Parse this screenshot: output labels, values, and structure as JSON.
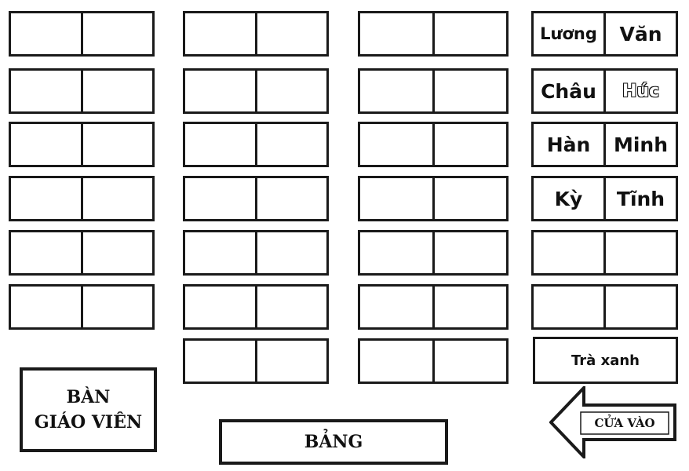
{
  "desks": {
    "col4": [
      {
        "left": "Lương",
        "right": "Văn"
      },
      {
        "left": "Châu",
        "right": "Húc"
      },
      {
        "left": "Hàn",
        "right": "Minh"
      },
      {
        "left": "Kỳ",
        "right": "Tĩnh"
      },
      {
        "left": "",
        "right": ""
      },
      {
        "left": "",
        "right": ""
      }
    ],
    "col4_last": "Trà xanh"
  },
  "teacher_desk": {
    "line1": "BÀN",
    "line2": "GIÁO VIÊN"
  },
  "board_label": "BẢNG",
  "door_label": "CỬA VÀO"
}
